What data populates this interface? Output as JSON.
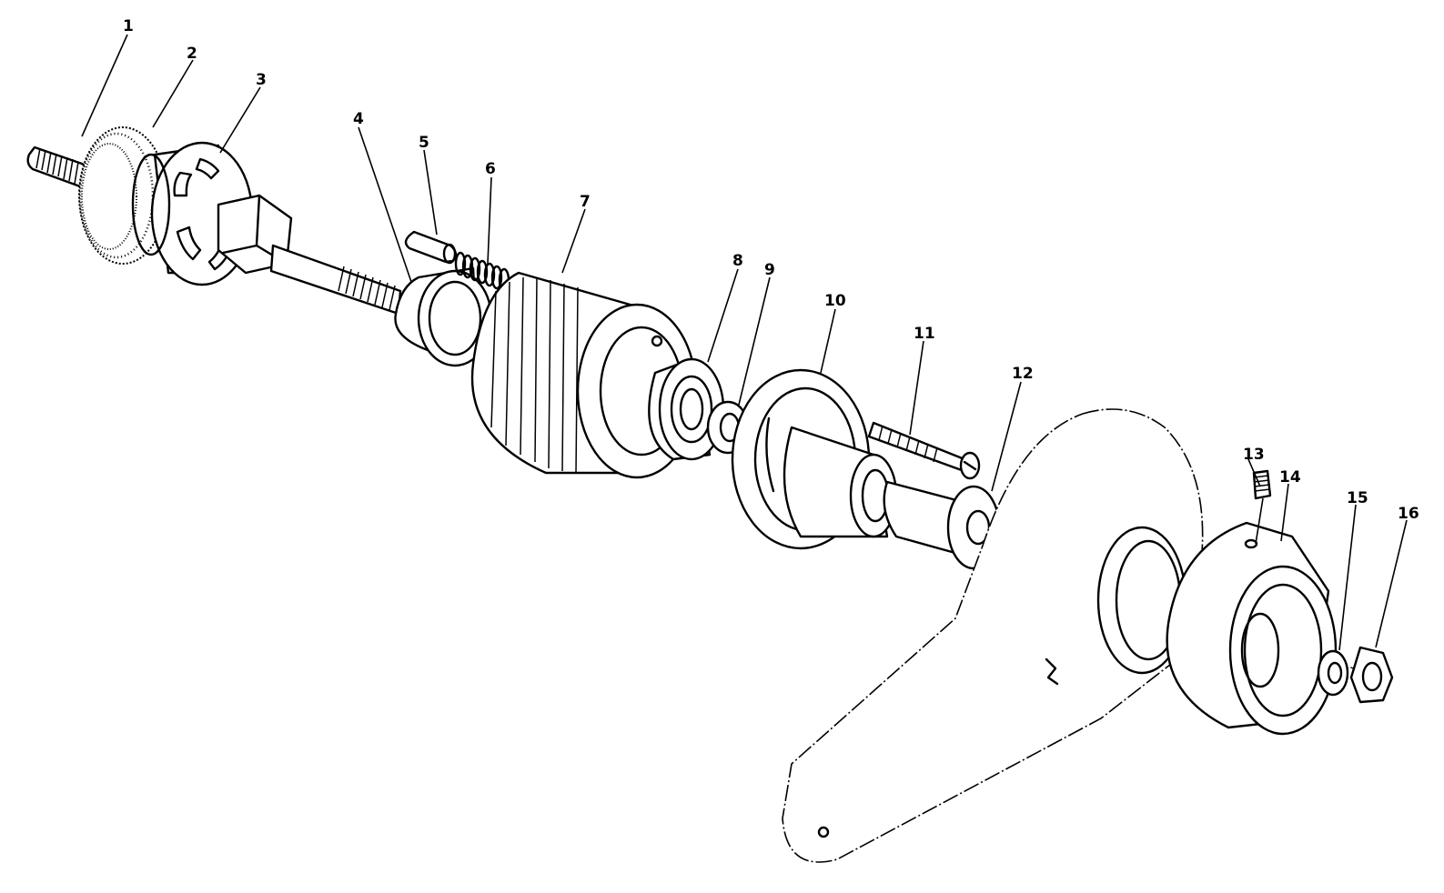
{
  "diagram": {
    "type": "exploded-parts-view",
    "callouts": [
      {
        "id": "1",
        "label": "1"
      },
      {
        "id": "2",
        "label": "2"
      },
      {
        "id": "3",
        "label": "3"
      },
      {
        "id": "4",
        "label": "4"
      },
      {
        "id": "5",
        "label": "5"
      },
      {
        "id": "6",
        "label": "6"
      },
      {
        "id": "7",
        "label": "7"
      },
      {
        "id": "8",
        "label": "8"
      },
      {
        "id": "9",
        "label": "9"
      },
      {
        "id": "10",
        "label": "10"
      },
      {
        "id": "11",
        "label": "11"
      },
      {
        "id": "12",
        "label": "12"
      },
      {
        "id": "13",
        "label": "13"
      },
      {
        "id": "14",
        "label": "14"
      },
      {
        "id": "15",
        "label": "15"
      },
      {
        "id": "16",
        "label": "16"
      }
    ],
    "parts": [
      {
        "callout": "1",
        "name": "threaded-stud"
      },
      {
        "callout": "2",
        "name": "wire-brush-wheel"
      },
      {
        "callout": "3",
        "name": "slotted-hub-arbor"
      },
      {
        "callout": "4",
        "name": "sleeve-bushing"
      },
      {
        "callout": "5",
        "name": "pin"
      },
      {
        "callout": "6",
        "name": "compression-spring"
      },
      {
        "callout": "7",
        "name": "toothed-pulley"
      },
      {
        "callout": "8",
        "name": "bearing"
      },
      {
        "callout": "9",
        "name": "washer"
      },
      {
        "callout": "10",
        "name": "flanged-hub"
      },
      {
        "callout": "11",
        "name": "slotted-screw"
      },
      {
        "callout": "12",
        "name": "spacer-shaft"
      },
      {
        "callout": "13",
        "name": "set-screw"
      },
      {
        "callout": "14",
        "name": "bearing-housing-cup"
      },
      {
        "callout": "15",
        "name": "flat-washer"
      },
      {
        "callout": "16",
        "name": "hex-nut"
      }
    ]
  }
}
